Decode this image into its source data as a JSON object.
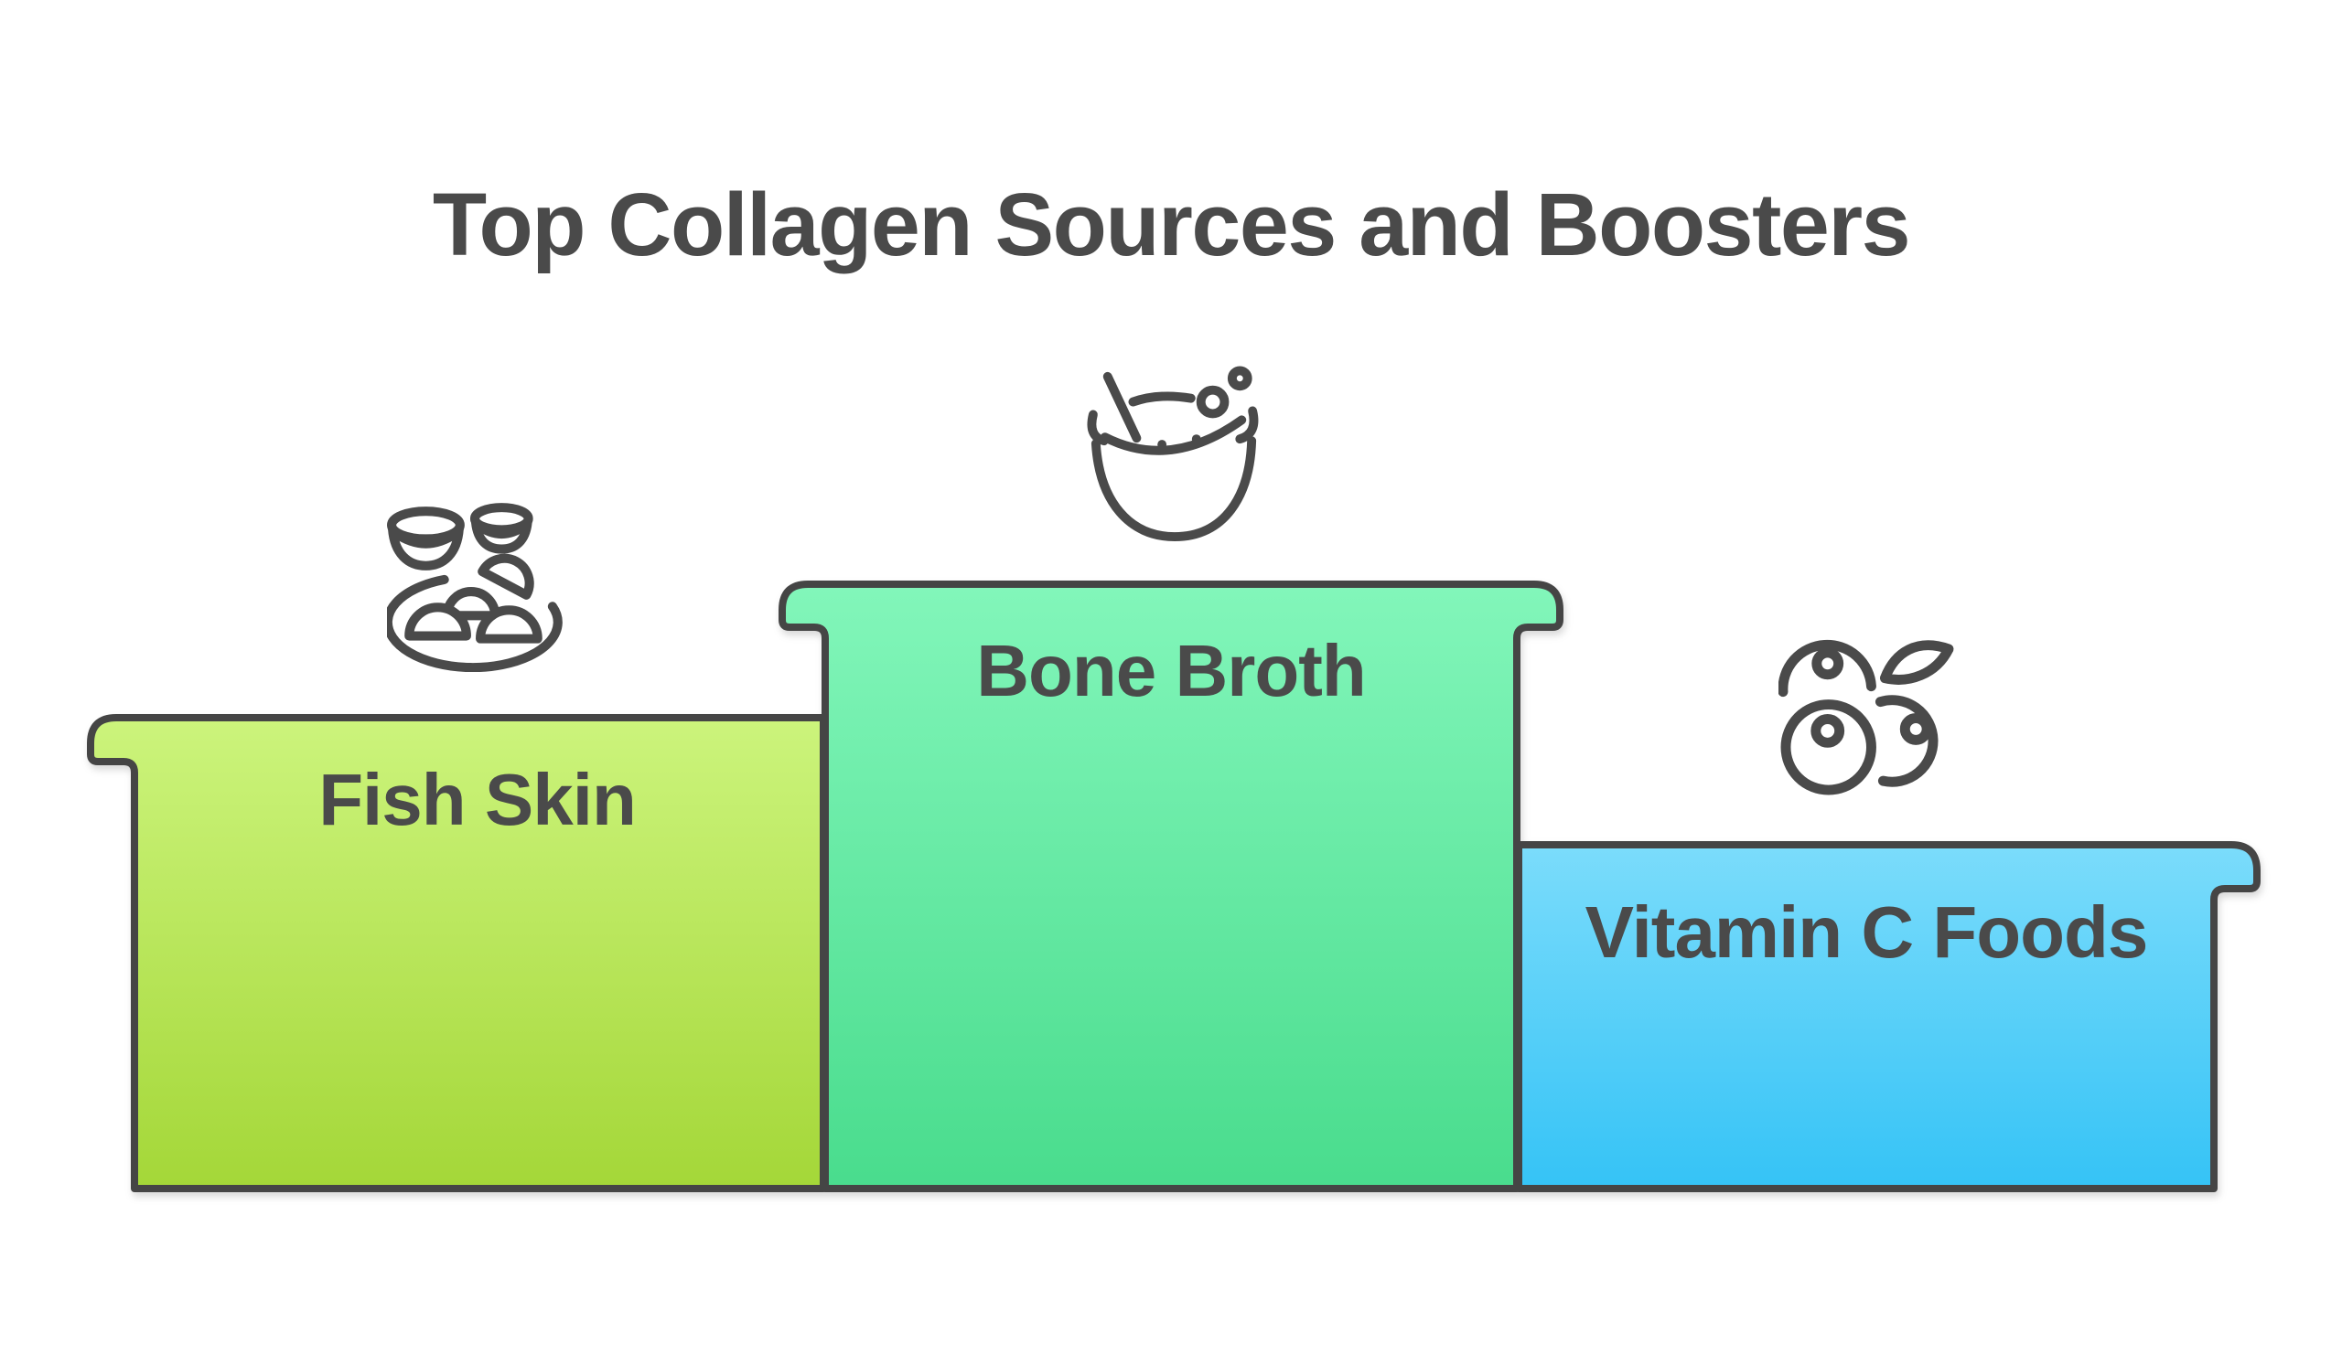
{
  "title": "Top Collagen Sources and Boosters",
  "podium": {
    "items": [
      {
        "label": "Fish Skin",
        "icon": "dumpling-plate-icon",
        "position": "left",
        "height_rank": 2,
        "color_top": "#ccf47c",
        "color_bottom": "#a4d738"
      },
      {
        "label": "Bone Broth",
        "icon": "soup-bowl-icon",
        "position": "center",
        "height_rank": 1,
        "color_top": "#82f6ba",
        "color_bottom": "#49dc8d"
      },
      {
        "label": "Vitamin C Foods",
        "icon": "berries-icon",
        "position": "right",
        "height_rank": 3,
        "color_top": "#7bdcfb",
        "color_bottom": "#35c3f6"
      }
    ]
  },
  "colors": {
    "background": "#ffffff",
    "outline": "#454545",
    "text": "#4a4a4a",
    "icon_stroke": "#4a4a4a"
  }
}
